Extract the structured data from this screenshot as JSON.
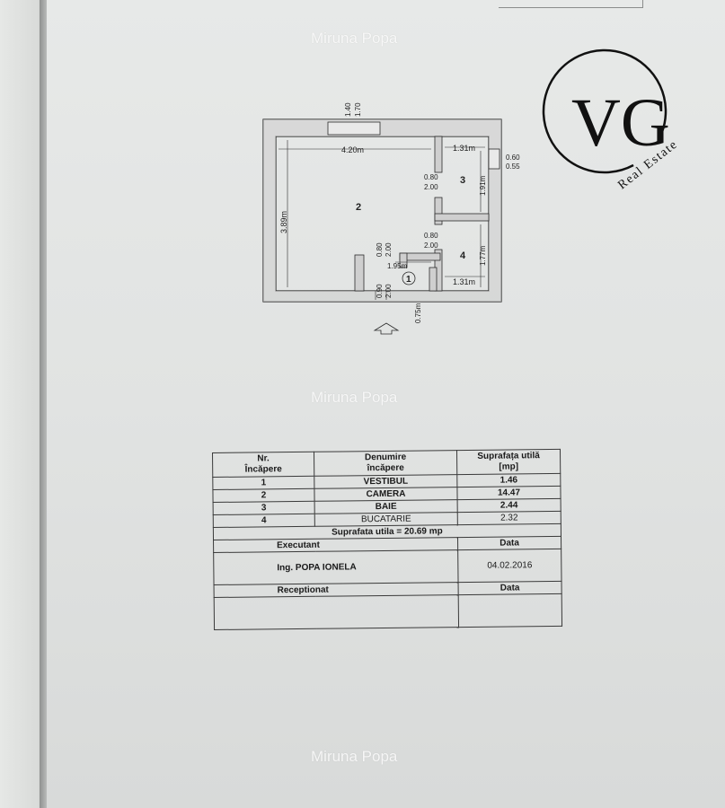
{
  "watermark": "Miruna Popa",
  "logo": {
    "monogram": "VG",
    "tagline": "Real Estate"
  },
  "plan": {
    "rooms": [
      "1",
      "2",
      "3",
      "4"
    ],
    "dims": {
      "window_top_a": "1.40",
      "window_top_b": "1.70",
      "room2_width": "4.20m",
      "room2_height": "3.89m",
      "room3_width": "1.31m",
      "room3_height": "1.91m",
      "room4_width": "1.31m",
      "room4_height": "1.77m",
      "room1_width": "1.95m",
      "right_window_a": "0.60",
      "right_window_b": "0.55",
      "door3_a": "0.80",
      "door3_b": "2.00",
      "door4_a": "0.80",
      "door4_b": "2.00",
      "door2_a": "0.80",
      "door2_b": "2.00",
      "door_entry_a": "0.90",
      "door_entry_b": "2.00",
      "entry_depth": "0.75m"
    }
  },
  "table": {
    "header": {
      "nr": [
        "Nr.",
        "Încăpere"
      ],
      "name": [
        "Denumire",
        "încăpere"
      ],
      "area": [
        "Suprafața utilă",
        "[mp]"
      ]
    },
    "rows": [
      {
        "nr": "1",
        "name": "VESTIBUL",
        "area": "1.46"
      },
      {
        "nr": "2",
        "name": "CAMERA",
        "area": "14.47"
      },
      {
        "nr": "3",
        "name": "BAIE",
        "area": "2.44"
      },
      {
        "nr": "4",
        "name": "BUCATARIE",
        "area": "2.32"
      }
    ],
    "total": "Suprafata utila = 20.69 mp",
    "executant_label": "Executant",
    "data_label": "Data",
    "executant_name": "Ing. POPA IONELA",
    "executant_date": "04.02.2016",
    "receptionat_label": "Receptionat",
    "data_label2": "Data"
  }
}
